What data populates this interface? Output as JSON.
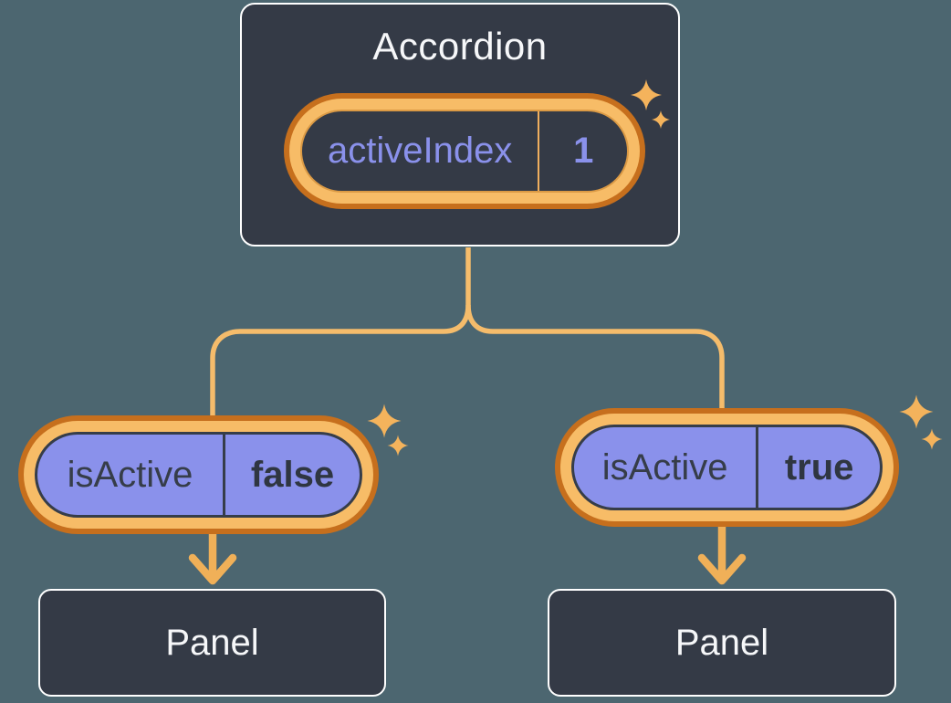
{
  "accordion": {
    "title": "Accordion",
    "state": {
      "label": "activeIndex",
      "value": "1"
    }
  },
  "children": [
    {
      "prop": {
        "label": "isActive",
        "value": "false"
      },
      "panel": "Panel"
    },
    {
      "prop": {
        "label": "isActive",
        "value": "true"
      },
      "panel": "Panel"
    }
  ],
  "decorations": {
    "sparkles": "sparkle-icon",
    "arrows": "arrow-down-icon",
    "connectors": "tree-connector-line"
  },
  "colors": {
    "background": "#4C6670",
    "card": "#343A46",
    "card_border": "#FFFFFF",
    "card_text": "#F6F7F9",
    "ring_outer": "#C66F1D",
    "ring_inner": "#F7BC67",
    "purple": "#8A91EB",
    "ink": "#363D49",
    "ink_strong": "#2F3641",
    "line": "#F5BC6B",
    "arrow": "#F0B058",
    "sparkle": "#F4B35C",
    "top_divider": "#EFAE5E",
    "top_pill_edge": "#DB9A45"
  }
}
